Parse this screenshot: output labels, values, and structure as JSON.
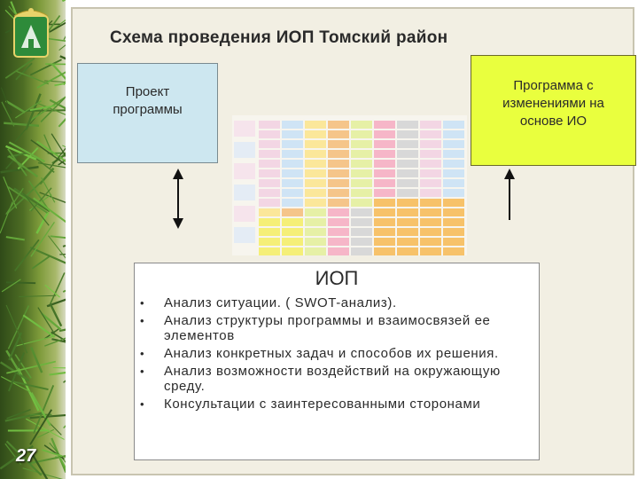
{
  "slide": {
    "title": "Схема проведения ИОП Томский район",
    "number": "27"
  },
  "boxes": {
    "left_label": "Проект\nпрограммы",
    "right_label": "Программа с\nизменениями на\nоснове ИО"
  },
  "iop": {
    "title": "ИОП",
    "items": [
      "Анализ ситуации. ( SWOT-анализ).",
      "Анализ структуры программы и взаимосвязей ее элементов",
      "Анализ конкретных задач и способов их решения.",
      "Анализ возможности воздействий на окружающую среду.",
      "Консультации с заинтересованными сторонами"
    ]
  },
  "colors": {
    "left_box": "#cde7f0",
    "right_box": "#e9ff3e",
    "frame": "#f2efe3"
  }
}
